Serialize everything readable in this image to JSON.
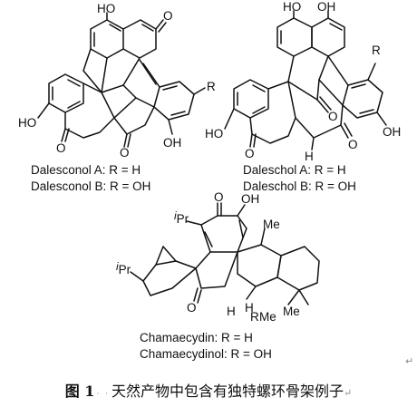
{
  "compounds": {
    "dalesconol": {
      "labels": {
        "oh_top": "HO",
        "o_top": "O",
        "ho_left": "HO",
        "o_left": "O",
        "o_mid": "O",
        "oh_bottom": "OH",
        "r": "R"
      },
      "names": [
        "Dalesconol A: R = H",
        "Dalesconol B: R = OH"
      ]
    },
    "daleschol": {
      "labels": {
        "ho_top": "HO",
        "oh_top": "OH",
        "r": "R",
        "ho_left": "HO",
        "o_left": "O",
        "o_bridge": "O",
        "h": "H",
        "o_right": "O",
        "oh_right": "OH"
      },
      "names": [
        "Daleschol A: R = H",
        "Daleschol B: R = OH"
      ]
    },
    "chamaecydin": {
      "labels": {
        "ipr_top_i": "i",
        "ipr_top": "Pr",
        "o_top": "O",
        "oh": "OH",
        "ipr_left_i": "i",
        "ipr_left": "Pr",
        "me_top": "Me",
        "o_bottom": "O",
        "h_left": "H",
        "h_right": "H",
        "r": "R",
        "me_b1": "Me",
        "me_b2": "Me"
      },
      "names": [
        "Chamaecydin: R = H",
        "Chamaecydinol: R = OH"
      ]
    }
  },
  "caption": {
    "label": "图 1",
    "dots": "· ·",
    "text": "天然产物中包含有独特螺环骨架例子",
    "return_mark": "↵"
  },
  "paragraph_mark": "↵"
}
